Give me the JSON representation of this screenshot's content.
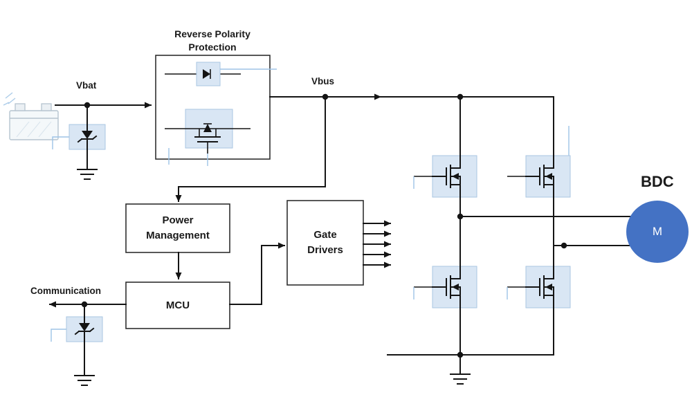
{
  "labels": {
    "vbat": "Vbat",
    "vbus": "Vbus",
    "communication": "Communication",
    "bdc": "BDC",
    "motor_m": "M",
    "reverse_polarity_protection": "Reverse Polarity Protection",
    "power_management": "Power Management",
    "mcu": "MCU",
    "gate_drivers": "Gate Drivers"
  },
  "colors": {
    "wire": "#141414",
    "block_border": "#2e2e2e",
    "component_fill": "#d9e6f4",
    "component_stroke": "#a9c6e2",
    "accent_blue": "#9dc3e6",
    "motor_fill": "#4472c4",
    "motor_text": "#ffffff"
  },
  "icons": {
    "battery": "battery-icon",
    "tvs_diode": "tvs-diode-icon",
    "mosfet": "mosfet-icon",
    "diode": "diode-icon",
    "ground": "ground-icon",
    "motor": "motor-icon",
    "arrow": "arrowhead-icon"
  }
}
